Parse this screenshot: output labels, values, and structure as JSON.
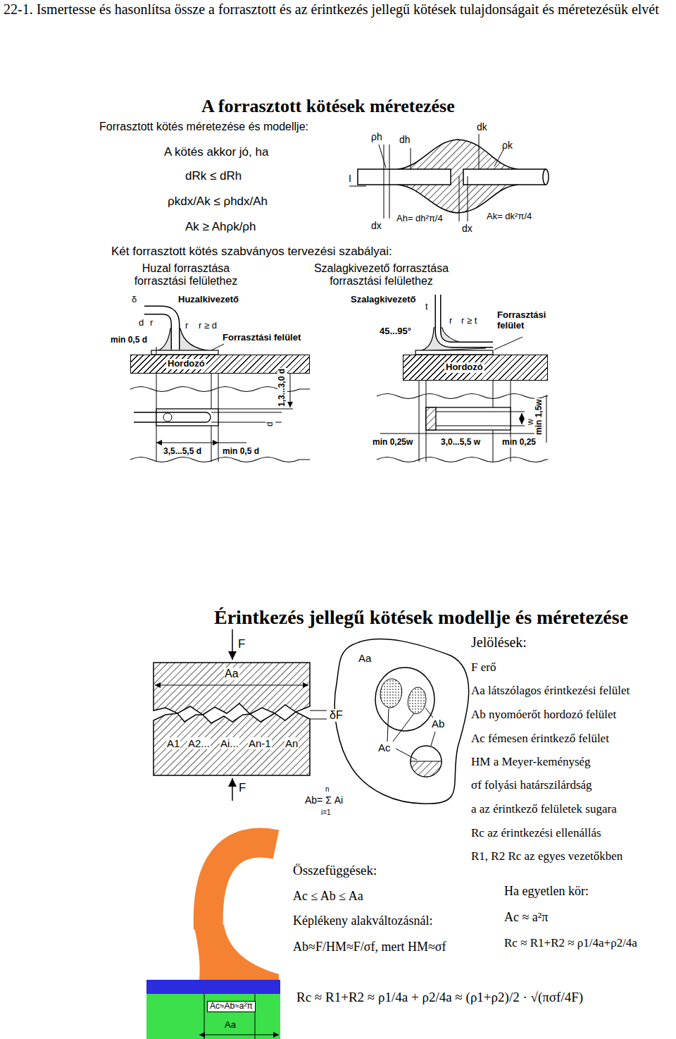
{
  "diagram": {
    "title": "22-1. Ismertesse és hasonlítsa össze a forrasztott és az érintkezés jellegű kötések tulajdonságait és méretezésük elvét",
    "nodes": [
      {
        "text": [
          "Hordozó"
        ]
      },
      {
        "text": [
          "Hordozó"
        ]
      }
    ],
    "labels": [
      "A forrasztott kötések méretezése",
      "Forrasztott kötés méretezése és modellje:",
      "A kötés akkor jó, ha",
      "dRk ≤ dRh",
      "ρkdx/Ak ≤ ρhdx/Ah",
      "Ak ≥ Ahρk/ρh",
      "ρh",
      "dh",
      "dk",
      "ρk",
      "I",
      "dx",
      "Ah= dh²π/4",
      "dx",
      "Ak= dk²π/4",
      "Két forrasztott kötés szabványos tervezési szabályai:",
      "Huzal forrasztása forrasztási felülethez",
      "Szalagkivezető forrasztása forrasztási felülethez",
      "Huzalkivezető",
      "δ",
      "d",
      "r",
      "r",
      "r ≥ d",
      "min 0,5 d",
      "Forrasztási felület",
      "1,3...3,0 d",
      "d",
      "3,5...5,5 d",
      "min 0,5 d",
      "Szalagkivezető",
      "t",
      "45...95°",
      "r",
      "r ≥ t",
      "Forrasztási felület",
      "w",
      "min 1,5w",
      "min 0,25w",
      "3,0...5,5 w",
      "min 0,25",
      "Érintkezés jellegű kötések modellje és méretezése",
      "F",
      "Aa",
      "δF",
      "A1",
      "A2...",
      "Ai...",
      "An-1",
      "An",
      "F",
      "n",
      "Ab= Σ Ai",
      "i=1",
      "Aa",
      "Ab",
      "Ac",
      "Jelölések:",
      "F erő",
      "Aa látszólagos érintkezési felület",
      "Ab nyomóerőt hordozó felület",
      "Ac fémesen érintkező felület",
      "HM a Meyer-keménység",
      "σf folyási határszilárdság",
      "a az érintkező felületek sugara",
      "Rc az érintkezési ellenállás",
      "R1, R2 Rc az egyes vezetőkben",
      "Összefüggések:",
      "Ac ≤ Ab ≤ Aa",
      "Képlékeny alakváltozásnál:",
      "Ab≈F/HM≈F/σf, mert HM≈σf",
      "Ha egyetlen kör:",
      "Ac ≈ a²π",
      "Rc ≈ R1+R2 ≈ ρ1/4a+ρ2/4a",
      "Rc ≈ R1+R2 ≈ ρ1/4a + ρ2/4a ≈ (ρ1+ρ2)/2 · √(πσf/4F)",
      "Ac≈Ab≈a²π",
      "Aa"
    ]
  }
}
